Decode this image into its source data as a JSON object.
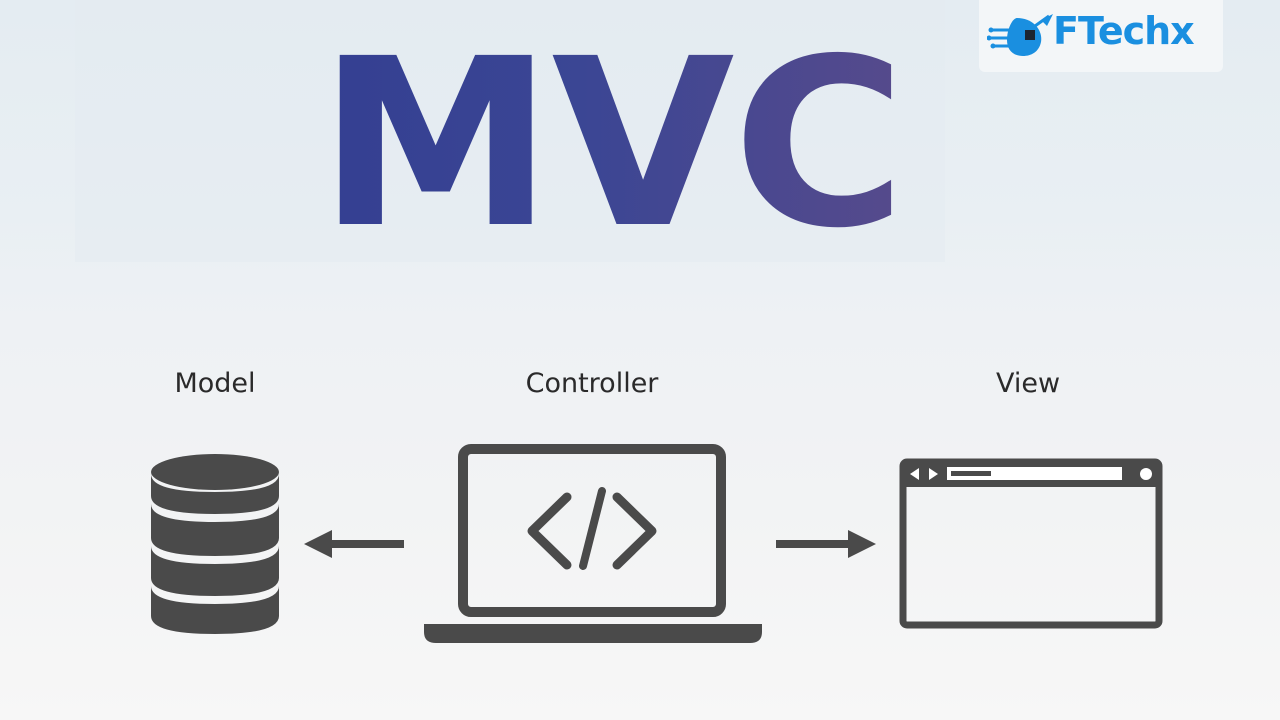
{
  "title": "MVC",
  "logo": {
    "text": "FTechx",
    "icon": "rocket-circuit-icon",
    "color": "#1a8fe0"
  },
  "components": {
    "model": {
      "label": "Model",
      "icon": "database-icon"
    },
    "controller": {
      "label": "Controller",
      "icon": "laptop-code-icon"
    },
    "view": {
      "label": "View",
      "icon": "browser-window-icon"
    }
  },
  "colors": {
    "title_start": "#343f92",
    "title_end": "#564a8c",
    "icon": "#4a4a4a"
  }
}
